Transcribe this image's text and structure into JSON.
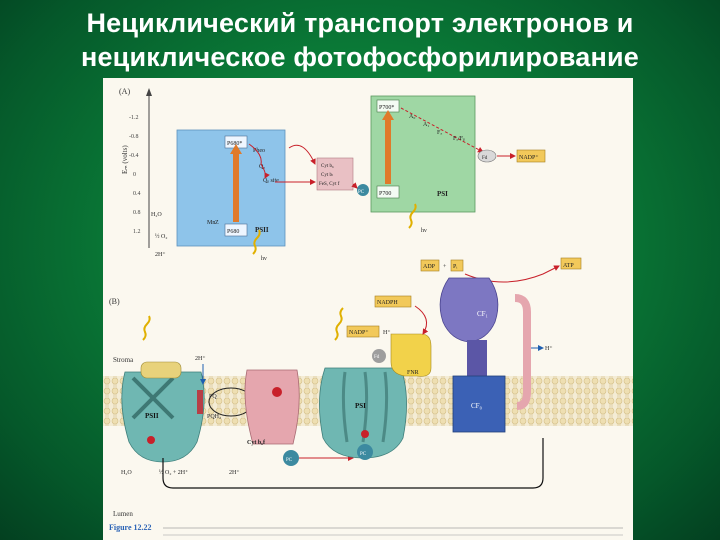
{
  "slide": {
    "title_line1": "Нециклический транспорт электронов и",
    "title_line2": "нециклическое фотофосфорилирование"
  },
  "figure": {
    "panel_a_label": "(A)",
    "panel_b_label": "(B)",
    "axis_label": "Eₘ (volts)",
    "ticks": [
      "-1.2",
      "-0.8",
      "-0.4",
      "0",
      "0.4",
      "0.8",
      "1.2"
    ],
    "psii": {
      "p680_excited": "P680*",
      "p680": "P680",
      "pheo": "Pheo",
      "qa": "Qₐ",
      "qb": "Qᵦ site",
      "mn": "Mn",
      "z": "Z",
      "label": "PSII",
      "h2o": "H₂O",
      "o2": "½ O₂",
      "h": "2H⁺",
      "hv": "hν"
    },
    "cyt": {
      "line1": "Cyt b₆",
      "line2": "Cyt bₗ",
      "line3": "FeS, Cyt f"
    },
    "pc": "PC",
    "psi": {
      "p700_excited": "P700*",
      "p700": "P700",
      "a0": "A₀",
      "a1": "A₁",
      "fx": "Fₓ",
      "fb": "Fₐ/Fᵦ",
      "fd": "Fd",
      "fnr": "FNR",
      "label": "PSI",
      "hv": "hν"
    },
    "nadp": "NADP⁺",
    "nadph": "NADPH",
    "adp": "ADP",
    "pi": "Pᵢ",
    "atp": "ATP",
    "cf1": "CF₁",
    "cf0": "CF₀",
    "stroma": "Stroma",
    "lumen": "Lumen",
    "pq": "PQ",
    "pqh2": "PQH₂",
    "cytb6f": "Cyt b₆f",
    "h_plus": "H⁺",
    "two_h": "2H⁺",
    "fd_label": "Fd",
    "fnr_label": "FNR",
    "psi_b": "PSI",
    "psii_b": "PSII",
    "water_b": "H₂O",
    "o2_b": "½ O₂ + 2H⁺",
    "two_h_b": "2H⁺",
    "caption": "Figure 12.22"
  },
  "colors": {
    "background": "#0a7a37",
    "psii_box": "#8ec4ea",
    "psi_box": "#9fd7a4",
    "membrane": "#e9d6a3",
    "protein_pink": "#e5a6ae",
    "protein_purple": "#7d77c2",
    "protein_teal": "#6fb7b2",
    "electron_red": "#c8202a",
    "caption_blue": "#2a62b5"
  }
}
